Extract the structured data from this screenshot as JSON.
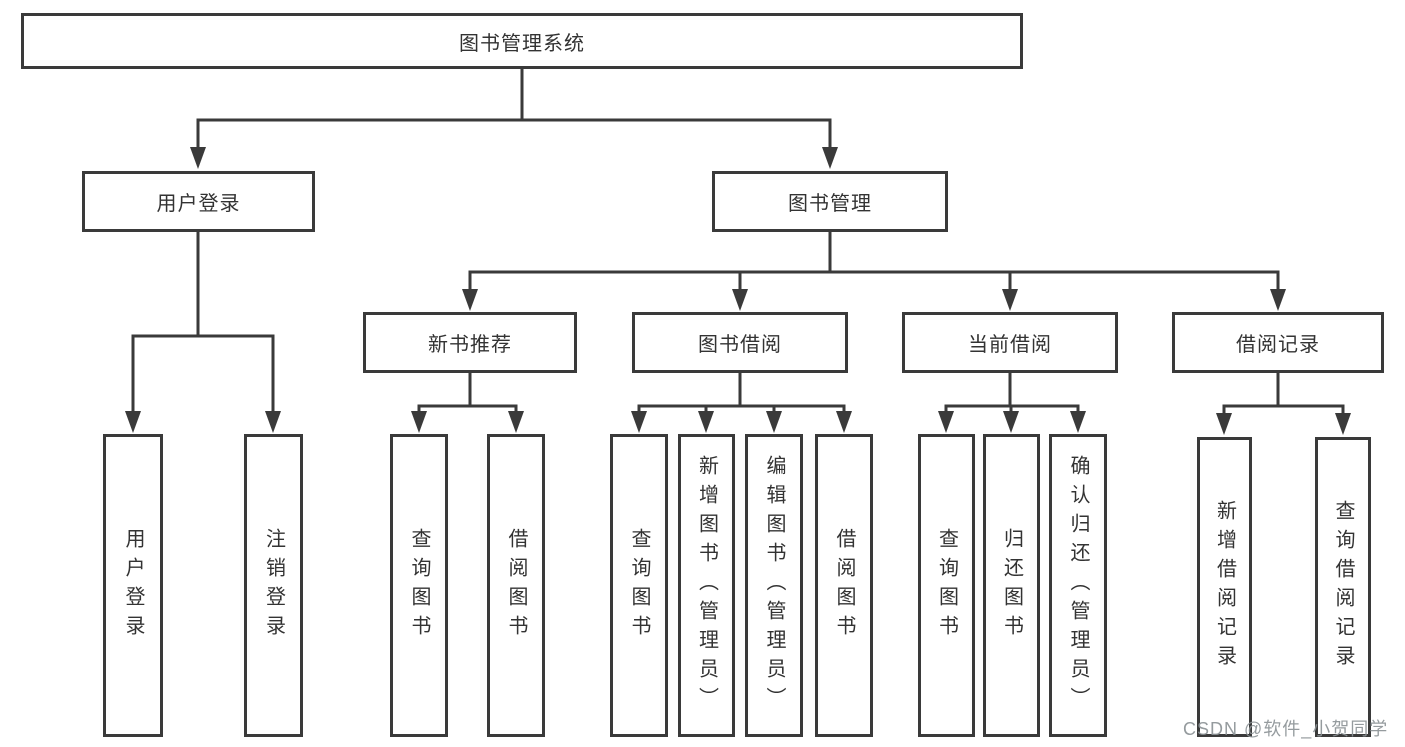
{
  "diagram": {
    "root": {
      "label": "图书管理系统"
    },
    "level2": [
      {
        "label": "用户登录"
      },
      {
        "label": "图书管理"
      }
    ],
    "level3": [
      {
        "label": "新书推荐"
      },
      {
        "label": "图书借阅"
      },
      {
        "label": "当前借阅"
      },
      {
        "label": "借阅记录"
      }
    ],
    "leaves": {
      "user_login": [
        {
          "label": "用户登录"
        },
        {
          "label": "注销登录"
        }
      ],
      "new_book": [
        {
          "label": "查询图书"
        },
        {
          "label": "借阅图书"
        }
      ],
      "book_borrow": [
        {
          "label": "查询图书"
        },
        {
          "label": "新增图书（管理员）"
        },
        {
          "label": "编辑图书（管理员）"
        },
        {
          "label": "借阅图书"
        }
      ],
      "current_borrow": [
        {
          "label": "查询图书"
        },
        {
          "label": "归还图书"
        },
        {
          "label": "确认归还（管理员）"
        }
      ],
      "borrow_records": [
        {
          "label": "新增借阅记录"
        },
        {
          "label": "查询借阅记录"
        }
      ]
    }
  },
  "watermark": {
    "text": "CSDN @软件_小贺同学"
  },
  "colors": {
    "line": "#3a3a3a",
    "text": "#333333",
    "watermark": "#8c9296",
    "background": "#ffffff"
  }
}
